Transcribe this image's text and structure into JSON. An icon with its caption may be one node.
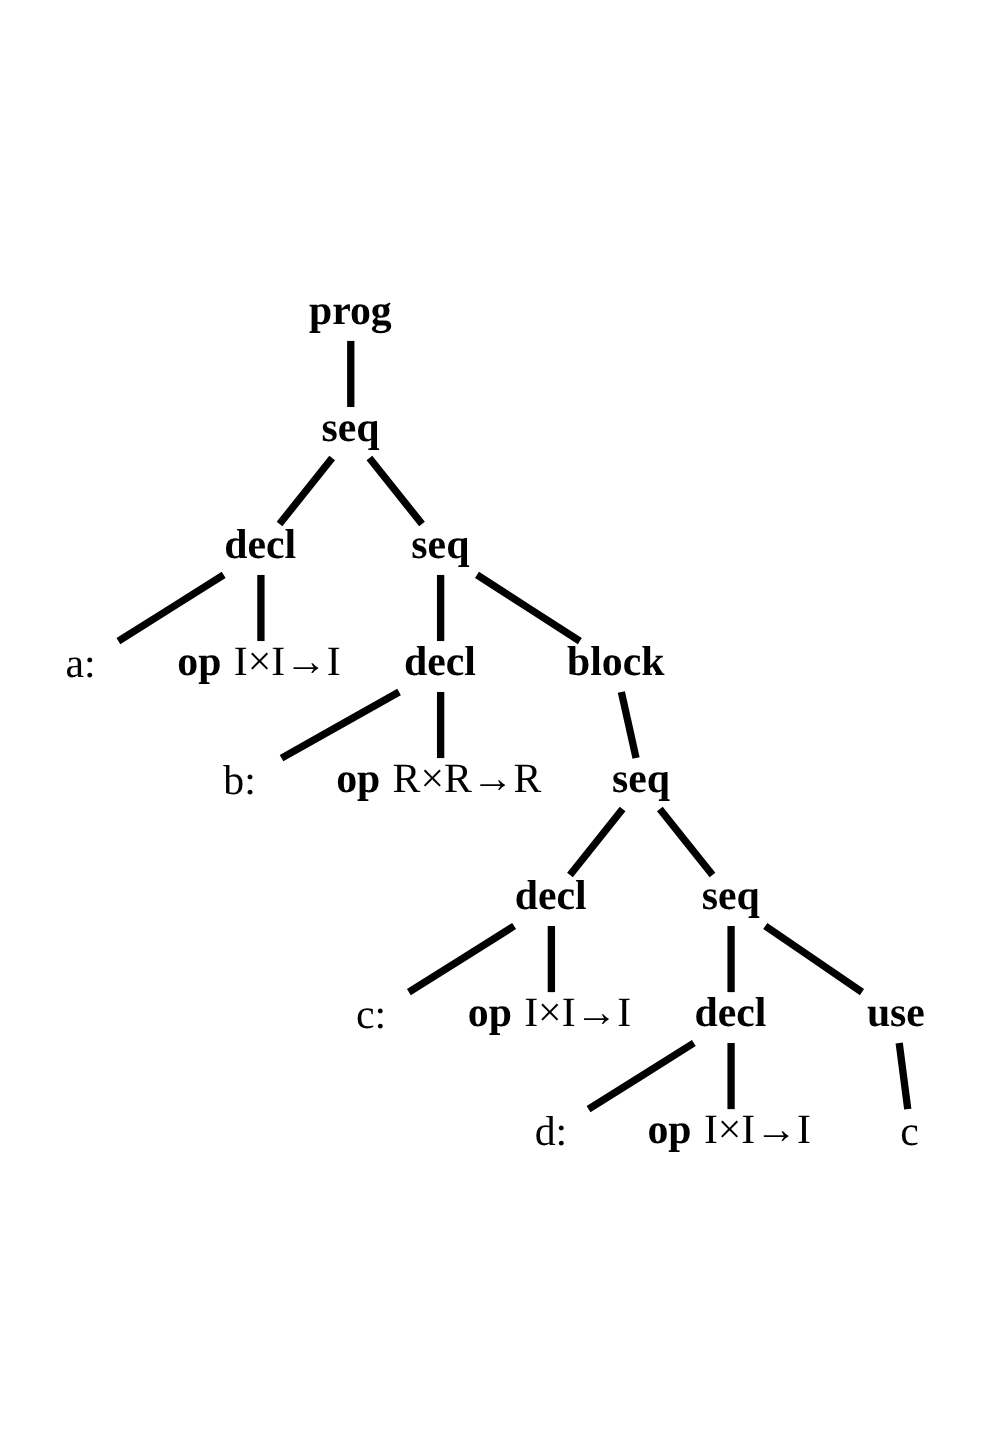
{
  "diagram": {
    "nodes": [
      {
        "text": [
          "prog"
        ]
      },
      {
        "text": [
          "seq"
        ]
      },
      {
        "text": [
          "decl"
        ]
      },
      {
        "text": [
          "seq"
        ]
      },
      {
        "text": [
          "a:"
        ]
      },
      {
        "text": [
          "**op** I×I→I"
        ]
      },
      {
        "text": [
          "decl"
        ]
      },
      {
        "text": [
          "block"
        ]
      },
      {
        "text": [
          "b:"
        ]
      },
      {
        "text": [
          "**op** R×R→R"
        ]
      },
      {
        "text": [
          "seq"
        ]
      },
      {
        "text": [
          "decl"
        ]
      },
      {
        "text": [
          "seq"
        ]
      },
      {
        "text": [
          "c:"
        ]
      },
      {
        "text": [
          "**op** I×I→I"
        ]
      },
      {
        "text": [
          "decl"
        ]
      },
      {
        "text": [
          "use"
        ]
      },
      {
        "text": [
          "d:"
        ]
      },
      {
        "text": [
          "**op** I×I→I"
        ]
      },
      {
        "text": [
          "c"
        ]
      }
    ],
    "edges": [
      {
        "from": 0,
        "to": 1,
        "arrow": "none"
      },
      {
        "from": 1,
        "to": 2,
        "arrow": "none"
      },
      {
        "from": 1,
        "to": 3,
        "arrow": "none"
      },
      {
        "from": 2,
        "to": 4,
        "arrow": "none"
      },
      {
        "from": 2,
        "to": 5,
        "arrow": "none"
      },
      {
        "from": 3,
        "to": 6,
        "arrow": "none"
      },
      {
        "from": 3,
        "to": 7,
        "arrow": "none"
      },
      {
        "from": 6,
        "to": 8,
        "arrow": "none"
      },
      {
        "from": 6,
        "to": 9,
        "arrow": "none"
      },
      {
        "from": 7,
        "to": 10,
        "arrow": "none"
      },
      {
        "from": 10,
        "to": 11,
        "arrow": "none"
      },
      {
        "from": 10,
        "to": 12,
        "arrow": "none"
      },
      {
        "from": 11,
        "to": 13,
        "arrow": "none"
      },
      {
        "from": 11,
        "to": 14,
        "arrow": "none"
      },
      {
        "from": 12,
        "to": 15,
        "arrow": "none"
      },
      {
        "from": 12,
        "to": 16,
        "arrow": "none"
      },
      {
        "from": 15,
        "to": 17,
        "arrow": "none"
      },
      {
        "from": 15,
        "to": 18,
        "arrow": "none"
      },
      {
        "from": 16,
        "to": 19,
        "arrow": "none"
      }
    ]
  }
}
